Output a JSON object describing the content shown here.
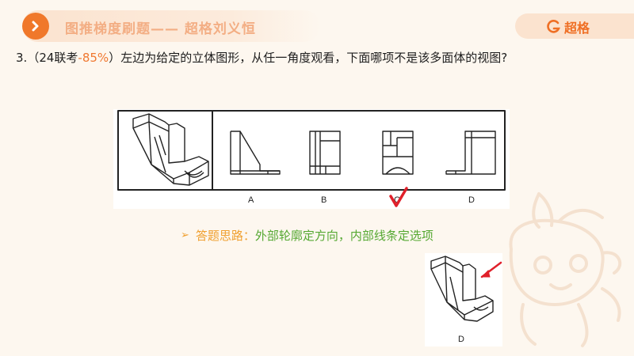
{
  "header": {
    "title": "图推梯度刷题—— 超格刘义恒",
    "brand": "超格"
  },
  "question": {
    "number": "3.",
    "source_prefix": "（24联考",
    "accuracy": "-85%",
    "source_suffix": "）",
    "text": "左边为给定的立体图形，从任一角度观看，下面哪项不是该多面体的视图?"
  },
  "options": {
    "a": "A",
    "b": "B",
    "c": "C",
    "d": "D"
  },
  "hint": {
    "bullet": "➢",
    "label": "答题思路：",
    "text": "外部轮廓定方向，内部线条定选项"
  },
  "answer_figure": {
    "label": "D"
  },
  "colors": {
    "accent": "#f0782a",
    "hint_green": "#55a832",
    "hint_orange": "#f0a030",
    "mark_red": "#e0202a"
  }
}
